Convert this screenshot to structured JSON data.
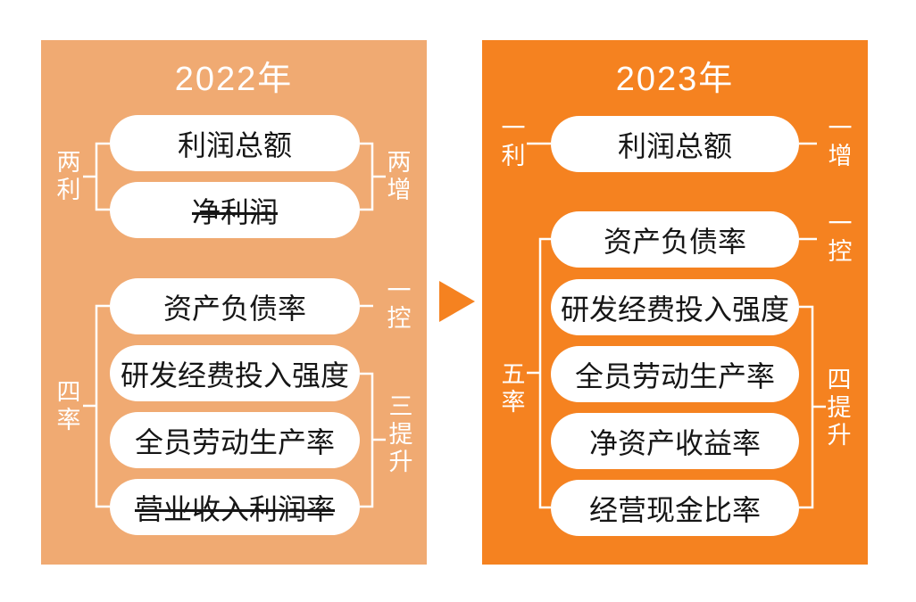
{
  "colors": {
    "left_panel_bg": "#F0AA72",
    "right_panel_bg": "#F58220",
    "arrow": "#F58220",
    "box_bg": "#FFFFFF",
    "box_text": "#161616",
    "label_text": "#FFFFFF"
  },
  "arrow": {
    "direction": "right"
  },
  "left": {
    "title": "2022年",
    "labels": {
      "two_profits": "两利",
      "two_increases": "两增",
      "four_ratios": "四率",
      "one_control": "一控",
      "three_improvements": "三提升"
    },
    "boxes": [
      "利润总额",
      "净利润",
      "资产负债率",
      "研发经费投入强度",
      "全员劳动生产率",
      "营业收入利润率"
    ],
    "strikethrough_boxes": [
      "净利润",
      "营业收入利润率"
    ]
  },
  "right": {
    "title": "2023年",
    "labels": {
      "one_profit": "一利",
      "one_increase": "一增",
      "one_control": "一控",
      "five_ratios": "五率",
      "four_improvements": "四提升"
    },
    "boxes": [
      "利润总额",
      "资产负债率",
      "研发经费投入强度",
      "全员劳动生产率",
      "净资产收益率",
      "经营现金比率"
    ],
    "strikethrough_boxes": []
  }
}
